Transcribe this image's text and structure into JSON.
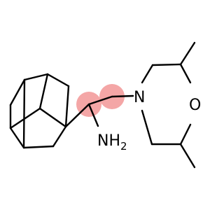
{
  "molecule": {
    "highlight_color": "#f4a6a6",
    "bond_color": "#000000",
    "labels": {
      "nitrogen": "N",
      "oxygen": "O",
      "amine_main": "NH",
      "amine_sub": "2"
    }
  }
}
